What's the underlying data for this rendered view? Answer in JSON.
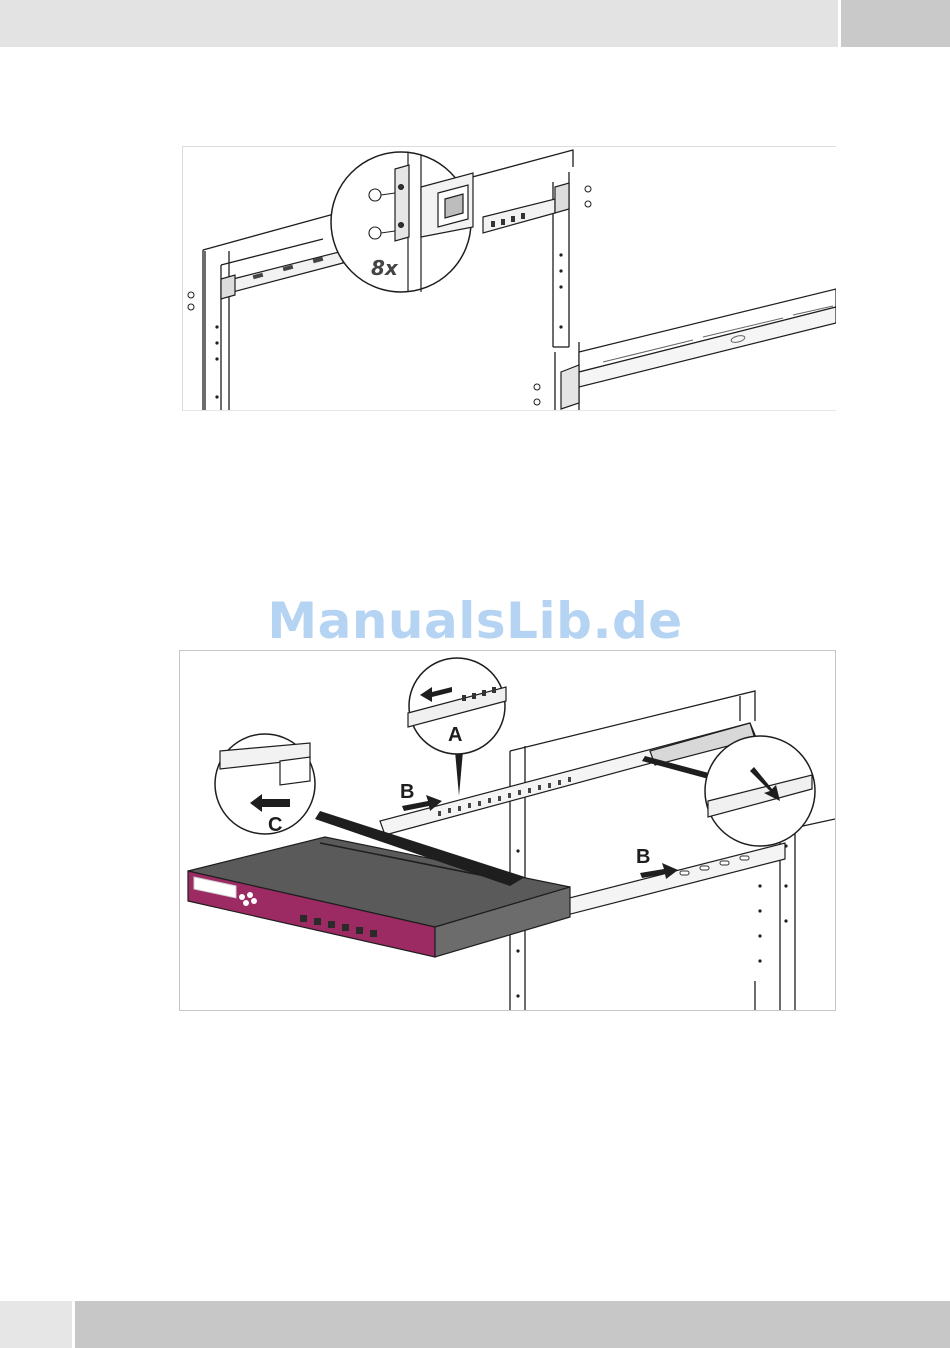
{
  "figure1": {
    "callout_text": "8x"
  },
  "figure2": {
    "label_a": "A",
    "label_b_upper": "B",
    "label_b_lower": "B",
    "label_c": "C"
  },
  "watermark": "ManualsLib.de",
  "colors": {
    "device_front": "#9c2a63",
    "device_top": "#5a5a5a",
    "header_bar": "#e3e3e3",
    "header_tab": "#c9c9c9",
    "footer_bar": "#c7c7c7",
    "watermark": "#b5d3f2"
  }
}
